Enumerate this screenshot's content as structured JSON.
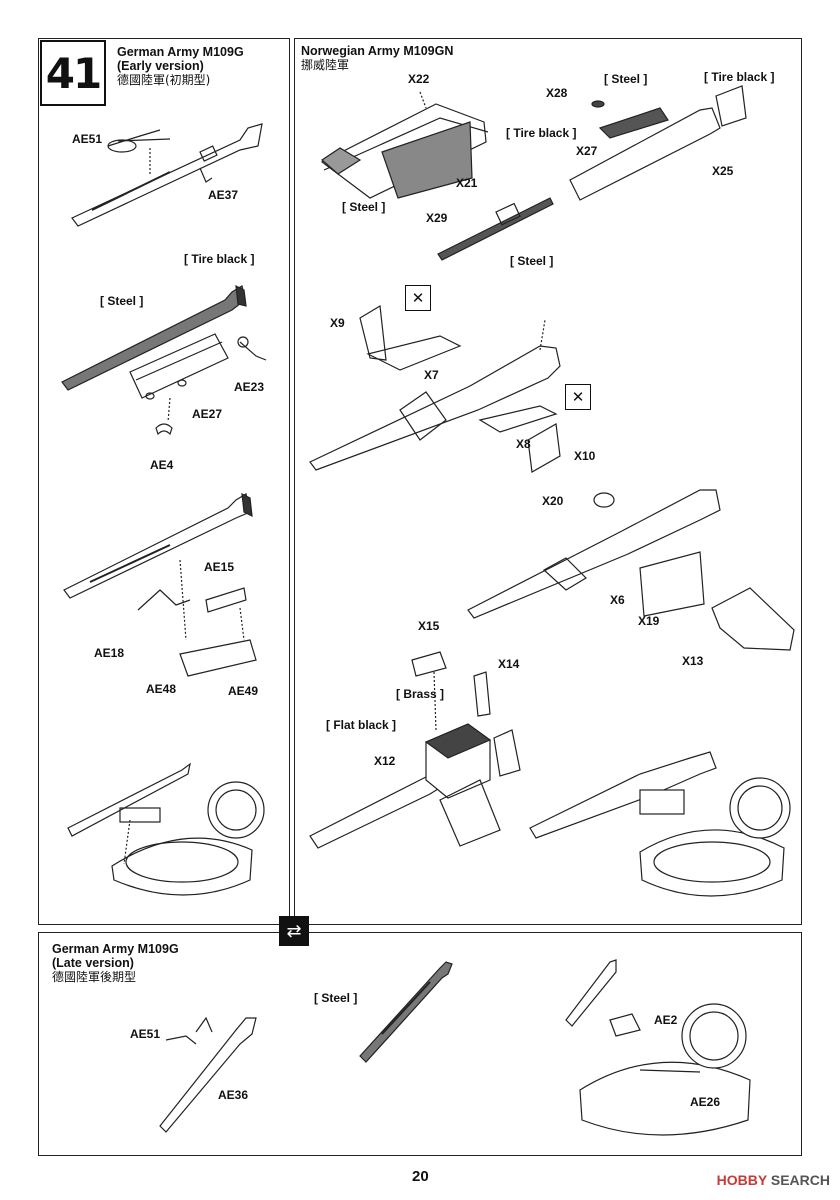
{
  "step_number": "41",
  "sections": {
    "early": {
      "title": "German Army M109G",
      "subtitle": "(Early version)",
      "cjk": "德國陸軍(初期型)"
    },
    "norway": {
      "title": "Norwegian Army M109GN",
      "cjk": "挪威陸軍"
    },
    "late": {
      "title": "German Army M109G",
      "subtitle": "(Late version)",
      "cjk": "德國陸軍後期型"
    }
  },
  "paints": {
    "tire_black": "[ Tire black ]",
    "steel": "[ Steel ]",
    "brass": "[ Brass ]",
    "flat_black": "[ Flat black ]"
  },
  "parts": {
    "ae51": "AE51",
    "ae37": "AE37",
    "ae23": "AE23",
    "ae27": "AE27",
    "ae4": "AE4",
    "ae15": "AE15",
    "ae18": "AE18",
    "ae48": "AE48",
    "ae49": "AE49",
    "ae36": "AE36",
    "ae2": "AE2",
    "ae26": "AE26",
    "x22": "X22",
    "x28": "X28",
    "x27": "X27",
    "x25": "X25",
    "x21": "X21",
    "x29": "X29",
    "x9": "X9",
    "x7": "X7",
    "x8": "X8",
    "x10": "X10",
    "x20": "X20",
    "x6": "X6",
    "x19": "X19",
    "x13": "X13",
    "x15": "X15",
    "x14": "X14",
    "x12": "X12"
  },
  "page_number": "20",
  "watermark": {
    "brand": "HOBBY",
    "suffix": "SEARCH"
  },
  "colors": {
    "ink": "#111111",
    "steel_fill": "#6b6b6b",
    "watermark": "#c73a3a"
  }
}
